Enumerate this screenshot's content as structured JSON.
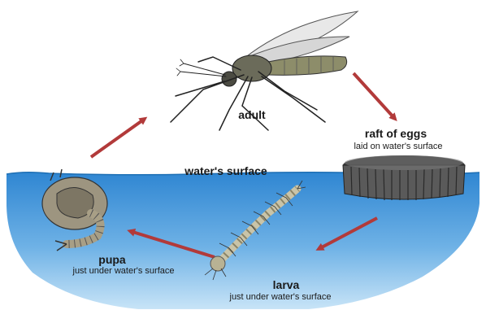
{
  "labels": {
    "adult": "adult",
    "eggs_title": "raft of eggs",
    "eggs_sub": "laid on water's surface",
    "surface": "water's surface",
    "pupa_title": "pupa",
    "pupa_sub": "just under water's surface",
    "larva_title": "larva",
    "larva_sub": "just under water's surface"
  },
  "colors": {
    "water_top": "#3b8fd6",
    "water_bottom": "#b9dcf4",
    "arrow": "#b23a3a",
    "ink": "#1a1a1a"
  },
  "icons": [
    "mosquito-adult-icon",
    "egg-raft-icon",
    "larva-icon",
    "pupa-icon",
    "cycle-arrow-icon"
  ]
}
